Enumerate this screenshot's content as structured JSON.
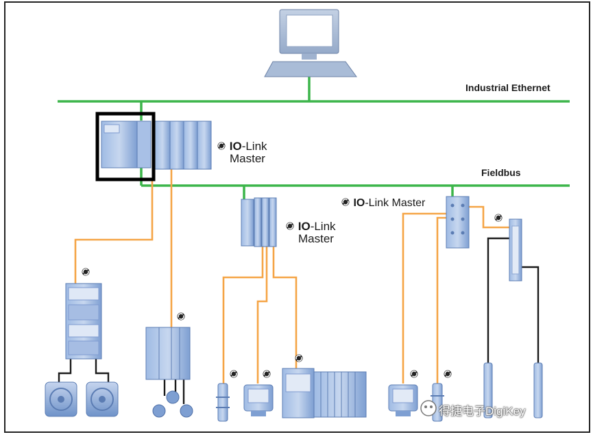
{
  "network": {
    "ethernet_label": "Industrial Ethernet",
    "fieldbus_label": "Fieldbus"
  },
  "io_link": {
    "brand_bold": "IO",
    "brand_rest": "-Link",
    "master_word": "Master",
    "master_inline": "Master"
  },
  "watermark": "得捷电子DigiKey",
  "colors": {
    "network_line": "#3cb54a",
    "io_link_cable": "#f5a445",
    "device_cable": "#1a1a1a",
    "device_blue": "#7fa3d6",
    "device_light": "#c9d8ef",
    "pc_grey": "#b7c7dd",
    "frame": "#000000",
    "border": "#222222"
  },
  "icons": [
    "computer-icon",
    "plc-icon",
    "io-link-symbol-icon",
    "distributed-io-icon",
    "io-link-hub-icon",
    "motor-starter-icon",
    "motor-icon",
    "drive-icon",
    "sensor-icon",
    "actuator-icon",
    "valve-terminal-icon",
    "watermark-logo-icon"
  ]
}
